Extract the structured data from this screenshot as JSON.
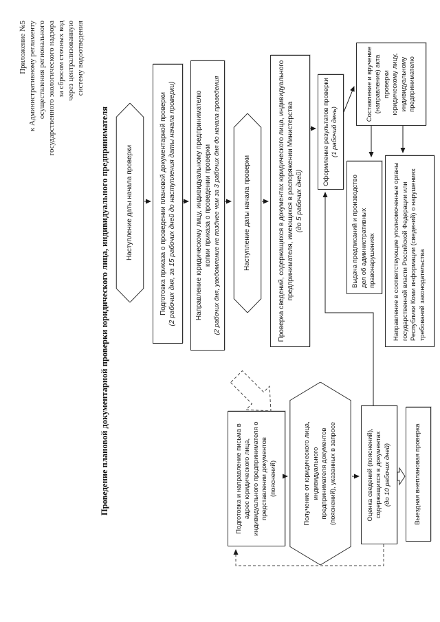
{
  "doc": {
    "header_lines": [
      "Приложение №5",
      "к Административному регламенту",
      "осуществления регионального",
      "государственного экологического надзора",
      "за сбросом сточных вод",
      "через централизованную",
      "систему водоотведения"
    ],
    "title": "Проведение плановой документарной проверки юридического лица, индивидуального предпринимателя"
  },
  "flow": {
    "start_event_1": {
      "text": "Наступление даты начала проверки"
    },
    "prepare_order": {
      "line1": "Подготовка приказа о проведении плановой документарной проверки",
      "line2": "(2 рабочих дня, за 15 рабочих дней до наступления даты начала проверки)"
    },
    "send_order_copy": {
      "line1": "Направление юридическому лицу, индивидуальному предпринимателю",
      "line2": "копии приказа о проведении проверки",
      "line3": "(2 рабочих дня, уведомление не позднее чем за 3 рабочих дня до начала проведения"
    },
    "start_event_2": {
      "text": "Наступление даты начала проверки"
    },
    "check_documents": {
      "line1": "Проверка сведений, содержащихся в документах юридического лица, индивидуального",
      "line2": "предпринимателя, имеющихся в распоряжении Министерства",
      "line3": "(до 5 рабочих дней)"
    },
    "register_results": {
      "line1": "Оформление результатов проверки",
      "line2": "(1 рабочий день)"
    },
    "draw_up_act": {
      "lines": [
        "Составление и вручение",
        "(направление) акта",
        "проверки",
        "юридическому лицу,",
        "индивидуальному",
        "предпринимателю"
      ]
    },
    "prescriptions": {
      "lines": [
        "Выдача предписаний и производство",
        "дел об административных",
        "правонарушениях"
      ]
    },
    "notify_authorities": {
      "lines": [
        "Направление в соответствующие уполномоченные органы",
        "государственной власти Российской Федерации или",
        "Республики Коми информации (сведений) о нарушениях",
        "требований законодательства"
      ]
    },
    "request_letter": {
      "lines": [
        "Подготовка и направление письма в",
        "адрес юридического лица,",
        "индивидуального предпринимателя о",
        "представлении документов",
        "(пояснений)"
      ]
    },
    "receive_documents": {
      "lines": [
        "Получение от юридического лица,",
        "индивидуального",
        "предпринимателя документов",
        "(пояснений), указанных в запросе"
      ]
    },
    "evaluate_info": {
      "line1": "Оценка сведений (пояснений),",
      "line2": "содержащихся в документах",
      "line3": "(до 10 рабочих дней)"
    },
    "onsite_inspection": {
      "text": "Выездная внеплановая проверка"
    }
  },
  "colors": {
    "line": "#2e2e2e",
    "text": "#1a1a1a",
    "paper": "#ffffff"
  }
}
